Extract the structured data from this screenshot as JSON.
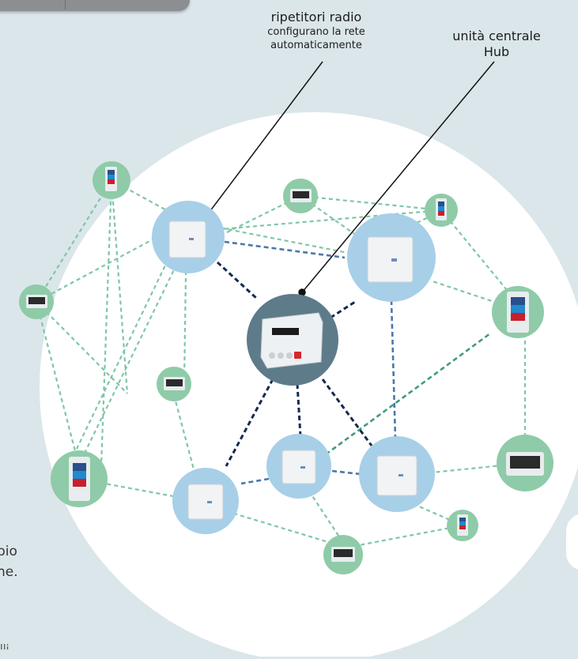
{
  "labels": {
    "repeaters_title": "ripetitori radio",
    "repeaters_line2": "configurano la rete",
    "repeaters_line3": "automaticamente",
    "hub_line1": "unità centrale",
    "hub_line2": "Hub"
  },
  "side_text": {
    "line1": "pio",
    "line2": "ne.",
    "line3": "illi"
  },
  "colors": {
    "background": "#dbe6ea",
    "network_disc": "#ffffff",
    "repeater_node": "#a8cfe8",
    "sensor_node": "#8fcba8",
    "hub_node": "#5e7b8a",
    "link_sensor": "#7fc6a6",
    "link_repeater": "#4b78a8",
    "link_hub": "#142a4f"
  },
  "node_icons": {
    "hub": "hub-control-panel-icon",
    "repeater": "radio-repeater-icon",
    "sensor_door": "door-contact-sensor-icon",
    "sensor_pir": "motion-sensor-icon"
  }
}
